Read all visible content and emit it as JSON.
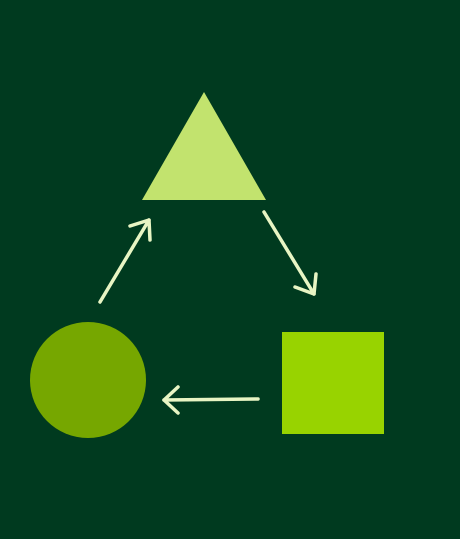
{
  "diagram": {
    "type": "cycle",
    "background_color": "#003a1f",
    "arrow_color": "#e8f5c4",
    "direction": "clockwise",
    "nodes": [
      {
        "id": "triangle",
        "shape": "triangle",
        "color": "#c2e36e"
      },
      {
        "id": "square",
        "shape": "square",
        "color": "#98d300"
      },
      {
        "id": "circle",
        "shape": "circle",
        "color": "#76a700"
      }
    ],
    "edges": [
      {
        "from": "triangle",
        "to": "square"
      },
      {
        "from": "square",
        "to": "circle"
      },
      {
        "from": "circle",
        "to": "triangle"
      }
    ]
  }
}
